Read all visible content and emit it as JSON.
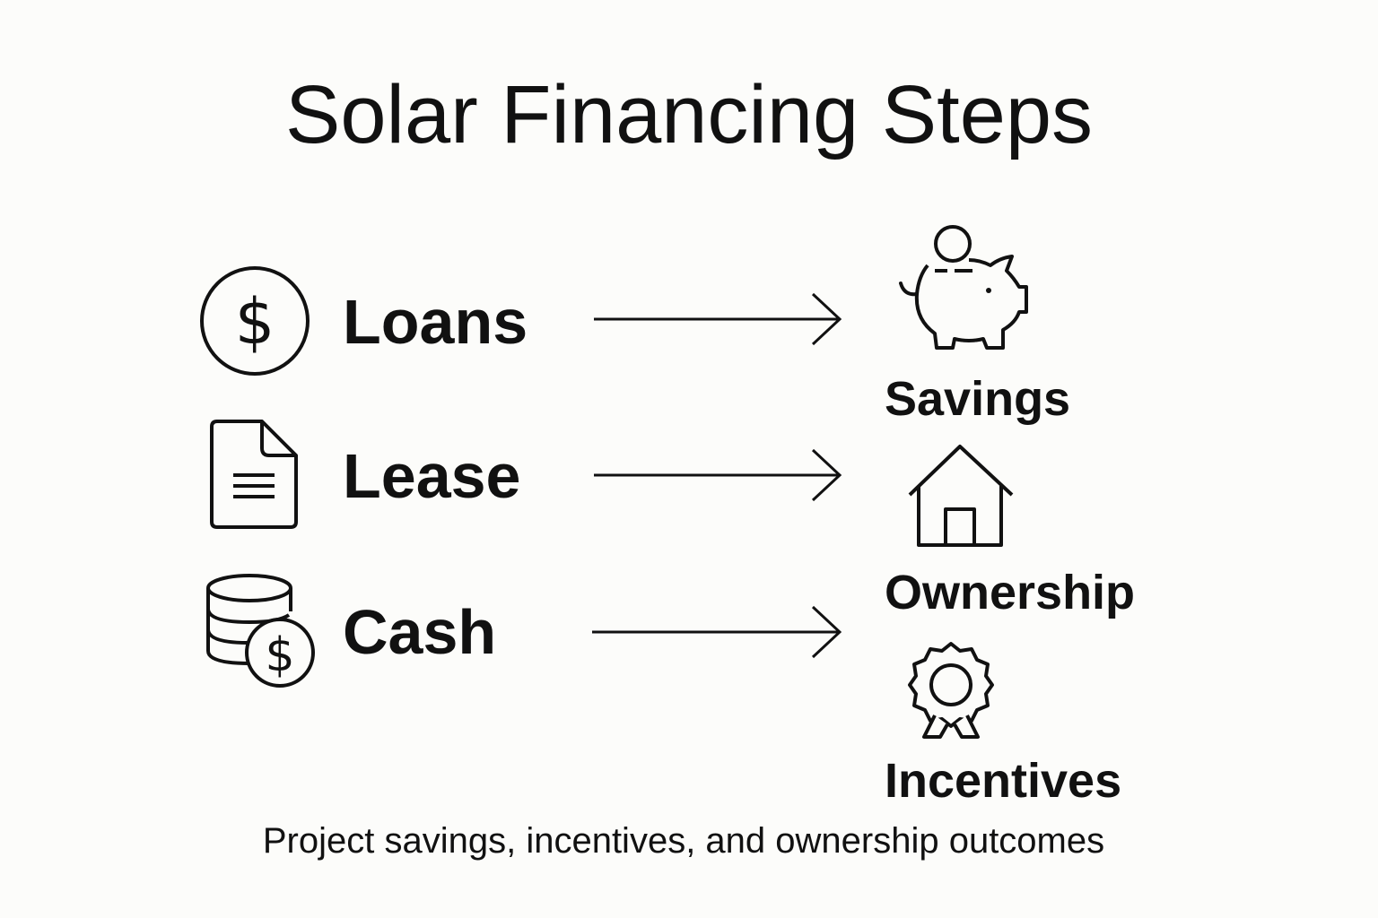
{
  "title": "Solar Financing Steps",
  "methods": [
    {
      "label": "Loans",
      "icon": "dollar-circle-icon"
    },
    {
      "label": "Lease",
      "icon": "document-icon"
    },
    {
      "label": "Cash",
      "icon": "coin-stack-dollar-icon"
    }
  ],
  "outcomes": [
    {
      "label": "Savings",
      "icon": "piggy-bank-icon"
    },
    {
      "label": "Ownership",
      "icon": "house-icon"
    },
    {
      "label": "Incentives",
      "icon": "award-badge-icon"
    }
  ],
  "footer": "Project savings, incentives, and ownership outcomes",
  "colors": {
    "ink": "#111111",
    "background": "#fcfcfa"
  }
}
